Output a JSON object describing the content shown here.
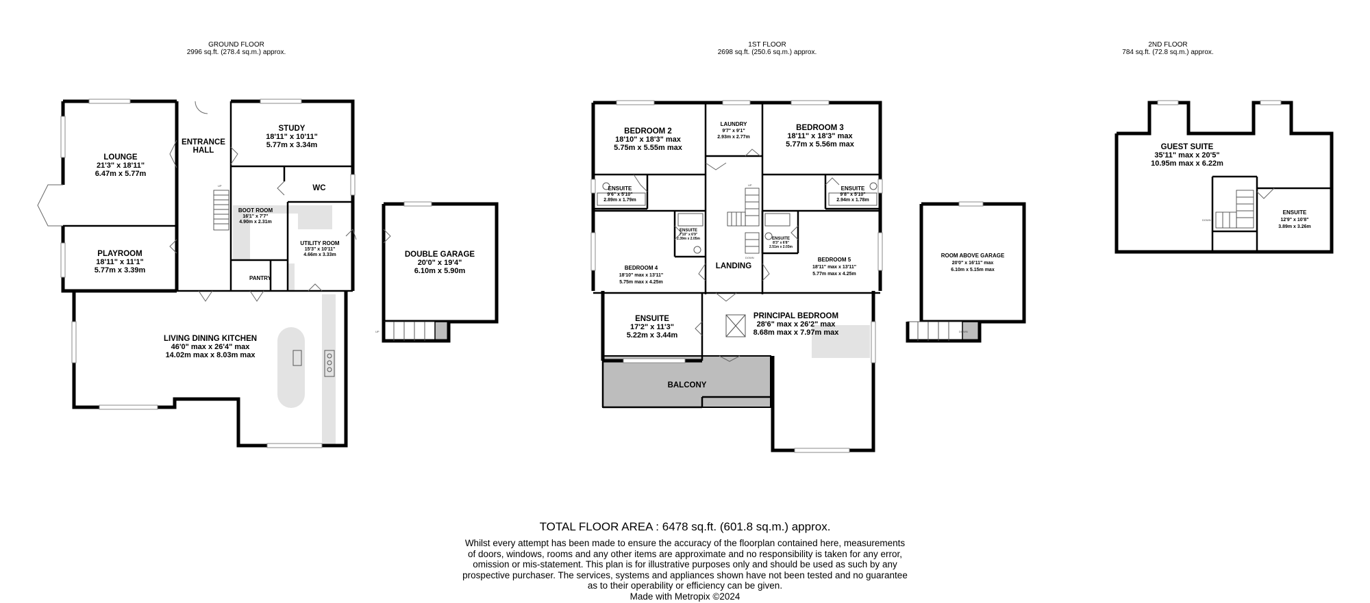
{
  "floors": {
    "ground": {
      "title": "GROUND FLOOR",
      "area": "2996 sq.ft. (278.4 sq.m.) approx."
    },
    "first": {
      "title": "1ST FLOOR",
      "area": "2698 sq.ft. (250.6 sq.m.) approx."
    },
    "second": {
      "title": "2ND FLOOR",
      "area": "784 sq.ft. (72.8 sq.m.) approx."
    }
  },
  "rooms": {
    "lounge": {
      "name": "LOUNGE",
      "l1": "21'3\"  x 18'11\"",
      "l2": "6.47m  x 5.77m"
    },
    "entrance": {
      "n1": "ENTRANCE",
      "n2": "HALL"
    },
    "study": {
      "name": "STUDY",
      "l1": "18'11\"  x 10'11\"",
      "l2": "5.77m  x 3.34m"
    },
    "wc": {
      "name": "WC"
    },
    "boot": {
      "name": "BOOT ROOM",
      "l1": "16'1\"  x 7'7\"",
      "l2": "4.90m  x 2.31m"
    },
    "utility": {
      "name": "UTILITY ROOM",
      "l1": "15'3\"  x 10'11\"",
      "l2": "4.66m  x 3.33m"
    },
    "playroom": {
      "name": "PLAYROOM",
      "l1": "18'11\"  x 11'1\"",
      "l2": "5.77m  x 3.39m"
    },
    "pantry": {
      "name": "PANTRY"
    },
    "ldk": {
      "name": "LIVING DINING KITCHEN",
      "l1": "46'0\" max x 26'4\" max",
      "l2": "14.02m max x 8.03m max"
    },
    "garage": {
      "name": "DOUBLE GARAGE",
      "l1": "20'0\"  x 19'4\"",
      "l2": "6.10m  x 5.90m"
    },
    "bed2": {
      "name": "BEDROOM 2",
      "l1": "18'10\"  x 18'3\" max",
      "l2": "5.75m  x 5.55m max"
    },
    "laundry": {
      "name": "LAUNDRY",
      "l1": "9'7\"  x 9'1\"",
      "l2": "2.93m  x 2.77m"
    },
    "bed3": {
      "name": "BEDROOM 3",
      "l1": "18'11\"  x 18'3\" max",
      "l2": "5.77m  x 5.56m max"
    },
    "ens_b2": {
      "name": "ENSUITE",
      "l1": "9'6\"  x 5'10\"",
      "l2": "2.89m  x 1.79m"
    },
    "ens_b3": {
      "name": "ENSUITE",
      "l1": "9'8\"  x 5'10\"",
      "l2": "2.94m  x 1.78m"
    },
    "ens_b4": {
      "name": "ENSUITE",
      "l1": "7'10\"  x 6'9\"",
      "l2": "2.39m  x 2.05m"
    },
    "ens_b5": {
      "name": "ENSUITE",
      "l1": "8'3\"  x 6'8\"",
      "l2": "2.51m  x 2.03m"
    },
    "bed4": {
      "name": "BEDROOM 4",
      "l1": "18'10\" max x 13'11\"",
      "l2": "5.75m max x 4.25m"
    },
    "landing": {
      "name": "LANDING"
    },
    "bed5": {
      "name": "BEDROOM 5",
      "l1": "18'11\" max x 13'11\"",
      "l2": "5.77m max x 4.25m"
    },
    "ens_main": {
      "name": "ENSUITE",
      "l1": "17'2\"  x 11'3\"",
      "l2": "5.22m  x 3.44m"
    },
    "principal": {
      "name": "PRINCIPAL BEDROOM",
      "l1": "28'6\" max x 26'2\" max",
      "l2": "8.68m max x 7.97m max"
    },
    "balcony": {
      "name": "BALCONY"
    },
    "above_garage": {
      "name": "ROOM ABOVE GARAGE",
      "l1": "20'0\"  x 16'11\" max",
      "l2": "6.10m  x 5.15m max"
    },
    "guest": {
      "name": "GUEST SUITE",
      "l1": "35'11\" max x 20'5\"",
      "l2": "10.95m max x 6.22m"
    },
    "ens_guest": {
      "name": "ENSUITE",
      "l1": "12'9\"  x 10'8\"",
      "l2": "3.89m  x 3.26m"
    }
  },
  "stair_labels": {
    "up": "UP",
    "down": "DOWN"
  },
  "footer": {
    "total": "TOTAL FLOOR AREA : 6478 sq.ft. (601.8 sq.m.) approx.",
    "disclaimer_lines": [
      "Whilst every attempt has been made to ensure the accuracy of the floorplan contained here, measurements",
      "of doors, windows, rooms and any other items are approximate and no responsibility is taken for any error,",
      "omission or mis-statement. This plan is for illustrative purposes only and should be used as such by any",
      "prospective purchaser. The services, systems and appliances shown have not been tested and no guarantee",
      "as to their operability or efficiency can be given."
    ],
    "credit": "Made with Metropix ©2024"
  }
}
